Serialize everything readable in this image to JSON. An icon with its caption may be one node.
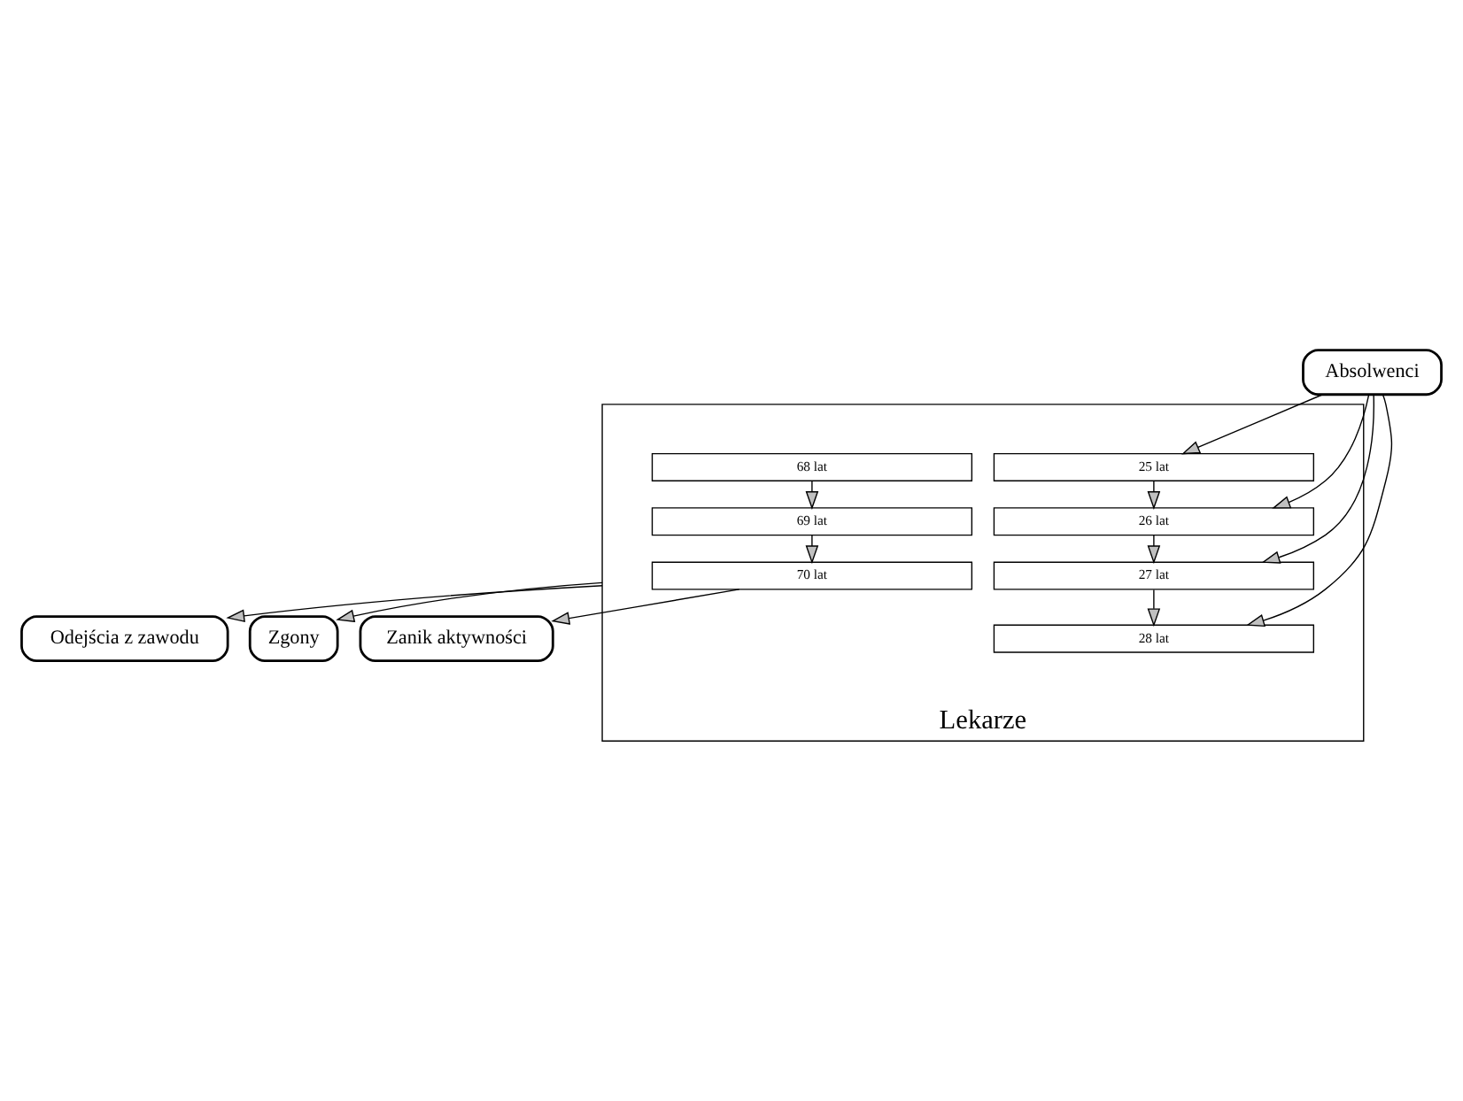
{
  "diagram": {
    "nodes": [
      {
        "text": [
          "Absolwenci"
        ]
      },
      {
        "text": [
          "Lekarze"
        ]
      },
      {
        "text": [
          "25 lat"
        ],
        "in": 1
      },
      {
        "text": [
          "26 lat"
        ],
        "in": 1
      },
      {
        "text": [
          "27 lat"
        ],
        "in": 1
      },
      {
        "text": [
          "28 lat"
        ],
        "in": 1
      },
      {
        "text": [
          "68 lat"
        ],
        "in": 1
      },
      {
        "text": [
          "69 lat"
        ],
        "in": 1
      },
      {
        "text": [
          "70 lat"
        ],
        "in": 1
      },
      {
        "text": [
          "Odejścia z zawodu"
        ]
      },
      {
        "text": [
          "Zgony"
        ]
      },
      {
        "text": [
          "Zanik aktywności"
        ]
      }
    ],
    "edges": [
      {
        "from": 0,
        "to": 2,
        "arrow": "to"
      },
      {
        "from": 0,
        "to": 3,
        "arrow": "to"
      },
      {
        "from": 0,
        "to": 4,
        "arrow": "to"
      },
      {
        "from": 0,
        "to": 5,
        "arrow": "to"
      },
      {
        "from": 2,
        "to": 3,
        "arrow": "to"
      },
      {
        "from": 3,
        "to": 4,
        "arrow": "to"
      },
      {
        "from": 4,
        "to": 5,
        "arrow": "to"
      },
      {
        "from": 6,
        "to": 7,
        "arrow": "to"
      },
      {
        "from": 7,
        "to": 8,
        "arrow": "to"
      },
      {
        "from": 1,
        "to": 9,
        "arrow": "to"
      },
      {
        "from": 1,
        "to": 10,
        "arrow": "to"
      },
      {
        "from": 8,
        "to": 11,
        "arrow": "to"
      }
    ]
  }
}
